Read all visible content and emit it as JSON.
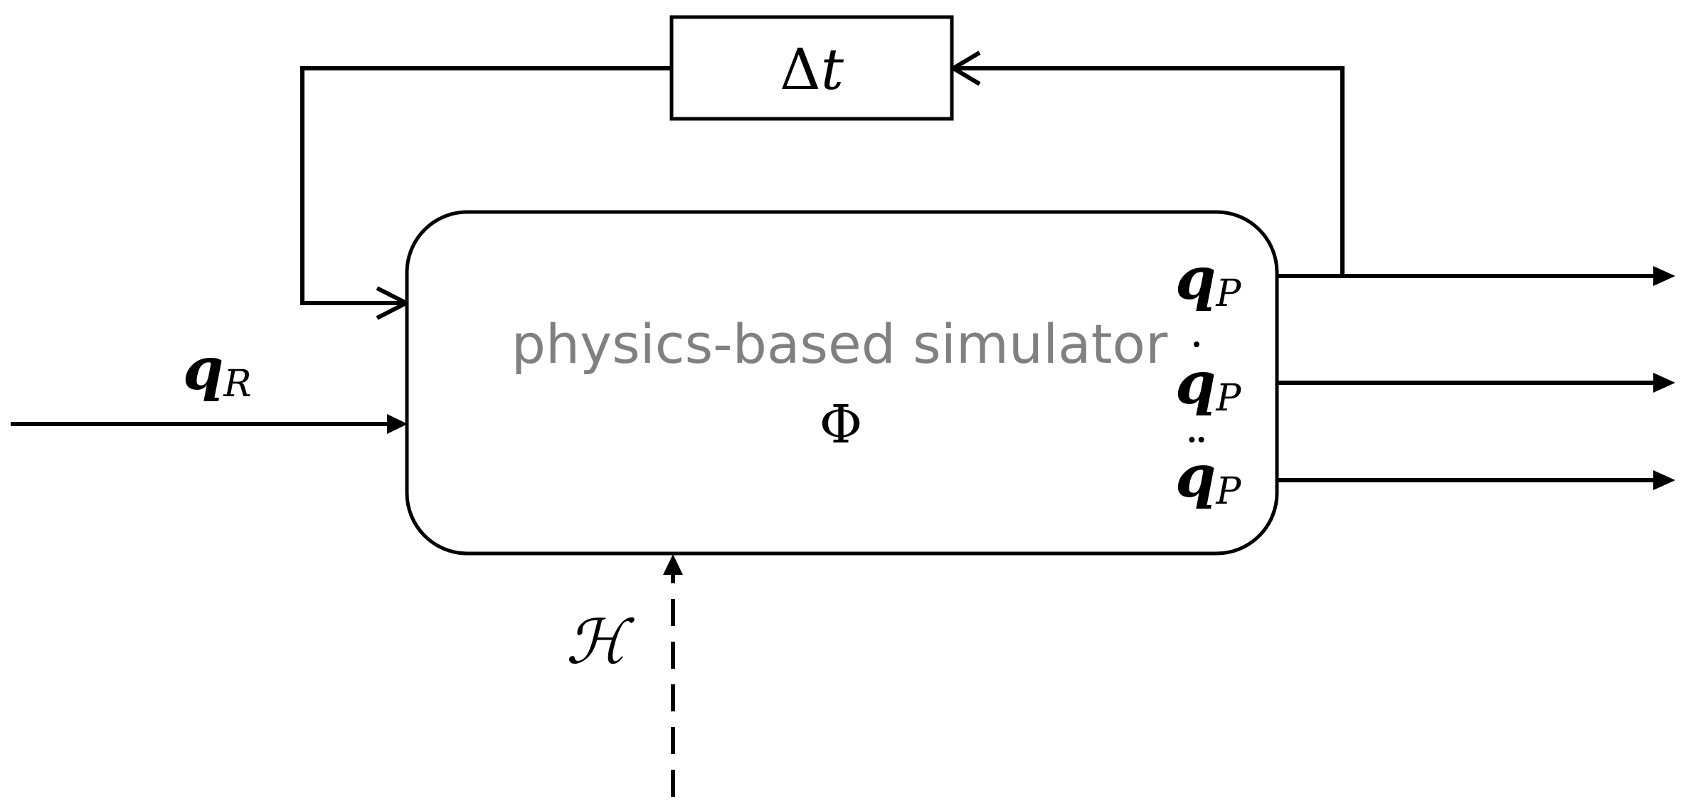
{
  "simulator": {
    "label": "physics-based simulator",
    "operator_symbol": "Φ"
  },
  "delay_block": {
    "delta_symbol": "Δ",
    "time_symbol": "t"
  },
  "input": {
    "symbol": "q",
    "subscript": "R"
  },
  "disturbance": {
    "symbol": "ℋ"
  },
  "outputs": [
    {
      "symbol": "q",
      "accent": "",
      "subscript": "P"
    },
    {
      "symbol": "q",
      "accent": "˙",
      "subscript": "P"
    },
    {
      "symbol": "q",
      "accent": "¨",
      "subscript": "P"
    }
  ],
  "colors": {
    "stroke": "#000000",
    "simulator_label": "#808080",
    "background": "#ffffff"
  }
}
